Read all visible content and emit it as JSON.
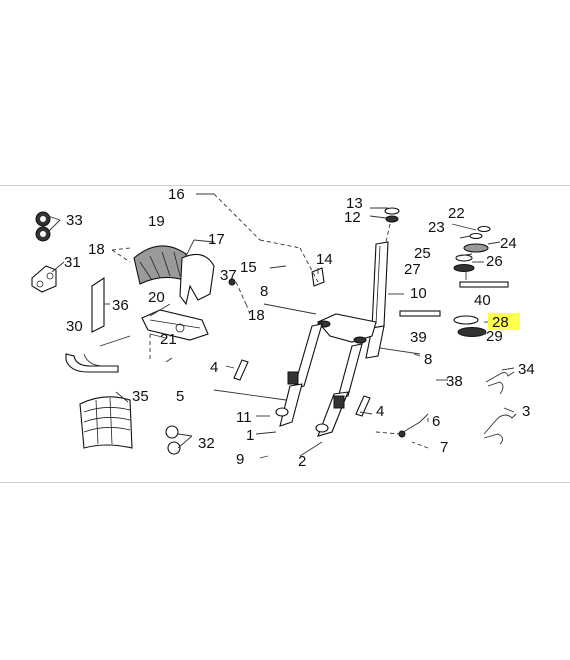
{
  "highlight_color": "#ffff4d",
  "callouts": [
    {
      "id": "c1",
      "text": "1"
    },
    {
      "id": "c2",
      "text": "2"
    },
    {
      "id": "c3",
      "text": "3"
    },
    {
      "id": "c4",
      "text": "4"
    },
    {
      "id": "c5",
      "text": "5"
    },
    {
      "id": "c6",
      "text": "6"
    },
    {
      "id": "c7",
      "text": "7"
    },
    {
      "id": "c8a",
      "text": "8"
    },
    {
      "id": "c8b",
      "text": "8"
    },
    {
      "id": "c9",
      "text": "9"
    },
    {
      "id": "c10",
      "text": "10"
    },
    {
      "id": "c11",
      "text": "11"
    },
    {
      "id": "c12",
      "text": "12"
    },
    {
      "id": "c13",
      "text": "13"
    },
    {
      "id": "c14",
      "text": "14"
    },
    {
      "id": "c15",
      "text": "15"
    },
    {
      "id": "c16",
      "text": "16"
    },
    {
      "id": "c17",
      "text": "17"
    },
    {
      "id": "c18a",
      "text": "18"
    },
    {
      "id": "c18b",
      "text": "18"
    },
    {
      "id": "c19",
      "text": "19"
    },
    {
      "id": "c20",
      "text": "20"
    },
    {
      "id": "c21",
      "text": "21"
    },
    {
      "id": "c22",
      "text": "22"
    },
    {
      "id": "c23",
      "text": "23"
    },
    {
      "id": "c24",
      "text": "24"
    },
    {
      "id": "c25",
      "text": "25"
    },
    {
      "id": "c26",
      "text": "26"
    },
    {
      "id": "c27",
      "text": "27"
    },
    {
      "id": "c28",
      "text": "28",
      "highlighted": true
    },
    {
      "id": "c29",
      "text": "29"
    },
    {
      "id": "c30",
      "text": "30"
    },
    {
      "id": "c31",
      "text": "31"
    },
    {
      "id": "c32",
      "text": "32"
    },
    {
      "id": "c33",
      "text": "33"
    },
    {
      "id": "c34",
      "text": "34"
    },
    {
      "id": "c35",
      "text": "35"
    },
    {
      "id": "c36",
      "text": "36"
    },
    {
      "id": "c37",
      "text": "37"
    },
    {
      "id": "c38",
      "text": "38"
    },
    {
      "id": "c39",
      "text": "39"
    },
    {
      "id": "c40",
      "text": "40"
    }
  ]
}
